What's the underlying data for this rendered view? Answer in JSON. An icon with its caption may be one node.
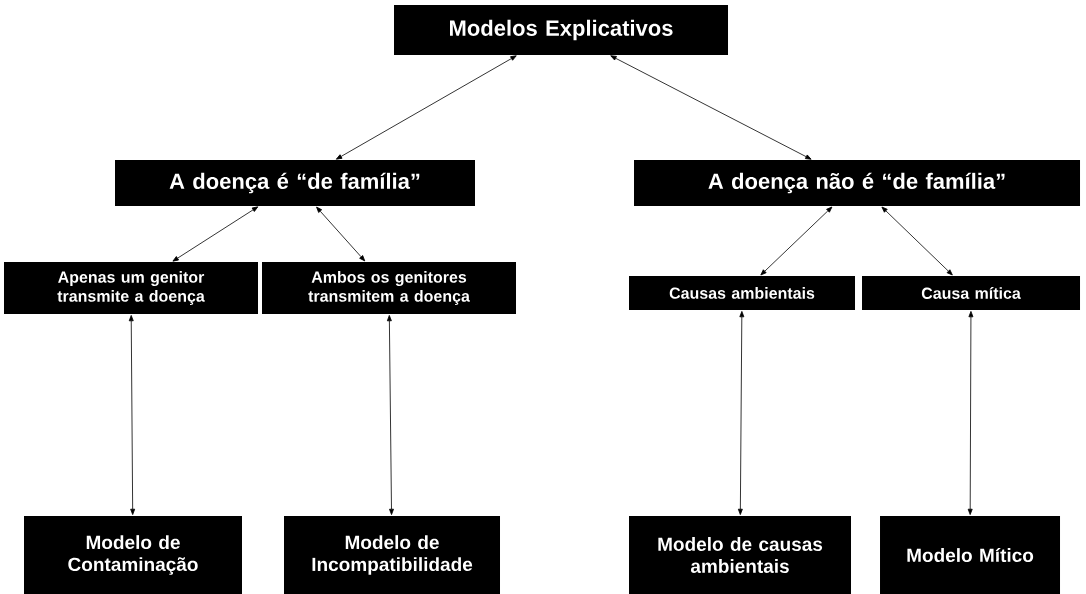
{
  "diagram": {
    "nodes": [
      {
        "text": [
          "Modelos Explicativos"
        ]
      },
      {
        "text": [
          "A doença é “de família”"
        ]
      },
      {
        "text": [
          "A doença não é “de família”"
        ]
      },
      {
        "text": [
          "Apenas um genitor transmite a doença"
        ]
      },
      {
        "text": [
          "Ambos os genitores transmitem  a doença"
        ]
      },
      {
        "text": [
          "Causas ambientais"
        ]
      },
      {
        "text": [
          "Causa mítica"
        ]
      },
      {
        "text": [
          "Modelo de Contaminação"
        ]
      },
      {
        "text": [
          "Modelo de Incompatibilidade"
        ]
      },
      {
        "text": [
          "Modelo de causas ambientais"
        ]
      },
      {
        "text": [
          "Modelo Mítico"
        ]
      }
    ],
    "edges": [
      {
        "from": 0,
        "to": 1,
        "arrow": "both"
      },
      {
        "from": 0,
        "to": 2,
        "arrow": "both"
      },
      {
        "from": 1,
        "to": 3,
        "arrow": "both"
      },
      {
        "from": 1,
        "to": 4,
        "arrow": "both"
      },
      {
        "from": 2,
        "to": 5,
        "arrow": "both"
      },
      {
        "from": 2,
        "to": 6,
        "arrow": "both"
      },
      {
        "from": 3,
        "to": 7,
        "arrow": "both"
      },
      {
        "from": 4,
        "to": 8,
        "arrow": "both"
      },
      {
        "from": 5,
        "to": 9,
        "arrow": "both"
      },
      {
        "from": 6,
        "to": 10,
        "arrow": "both"
      }
    ]
  }
}
